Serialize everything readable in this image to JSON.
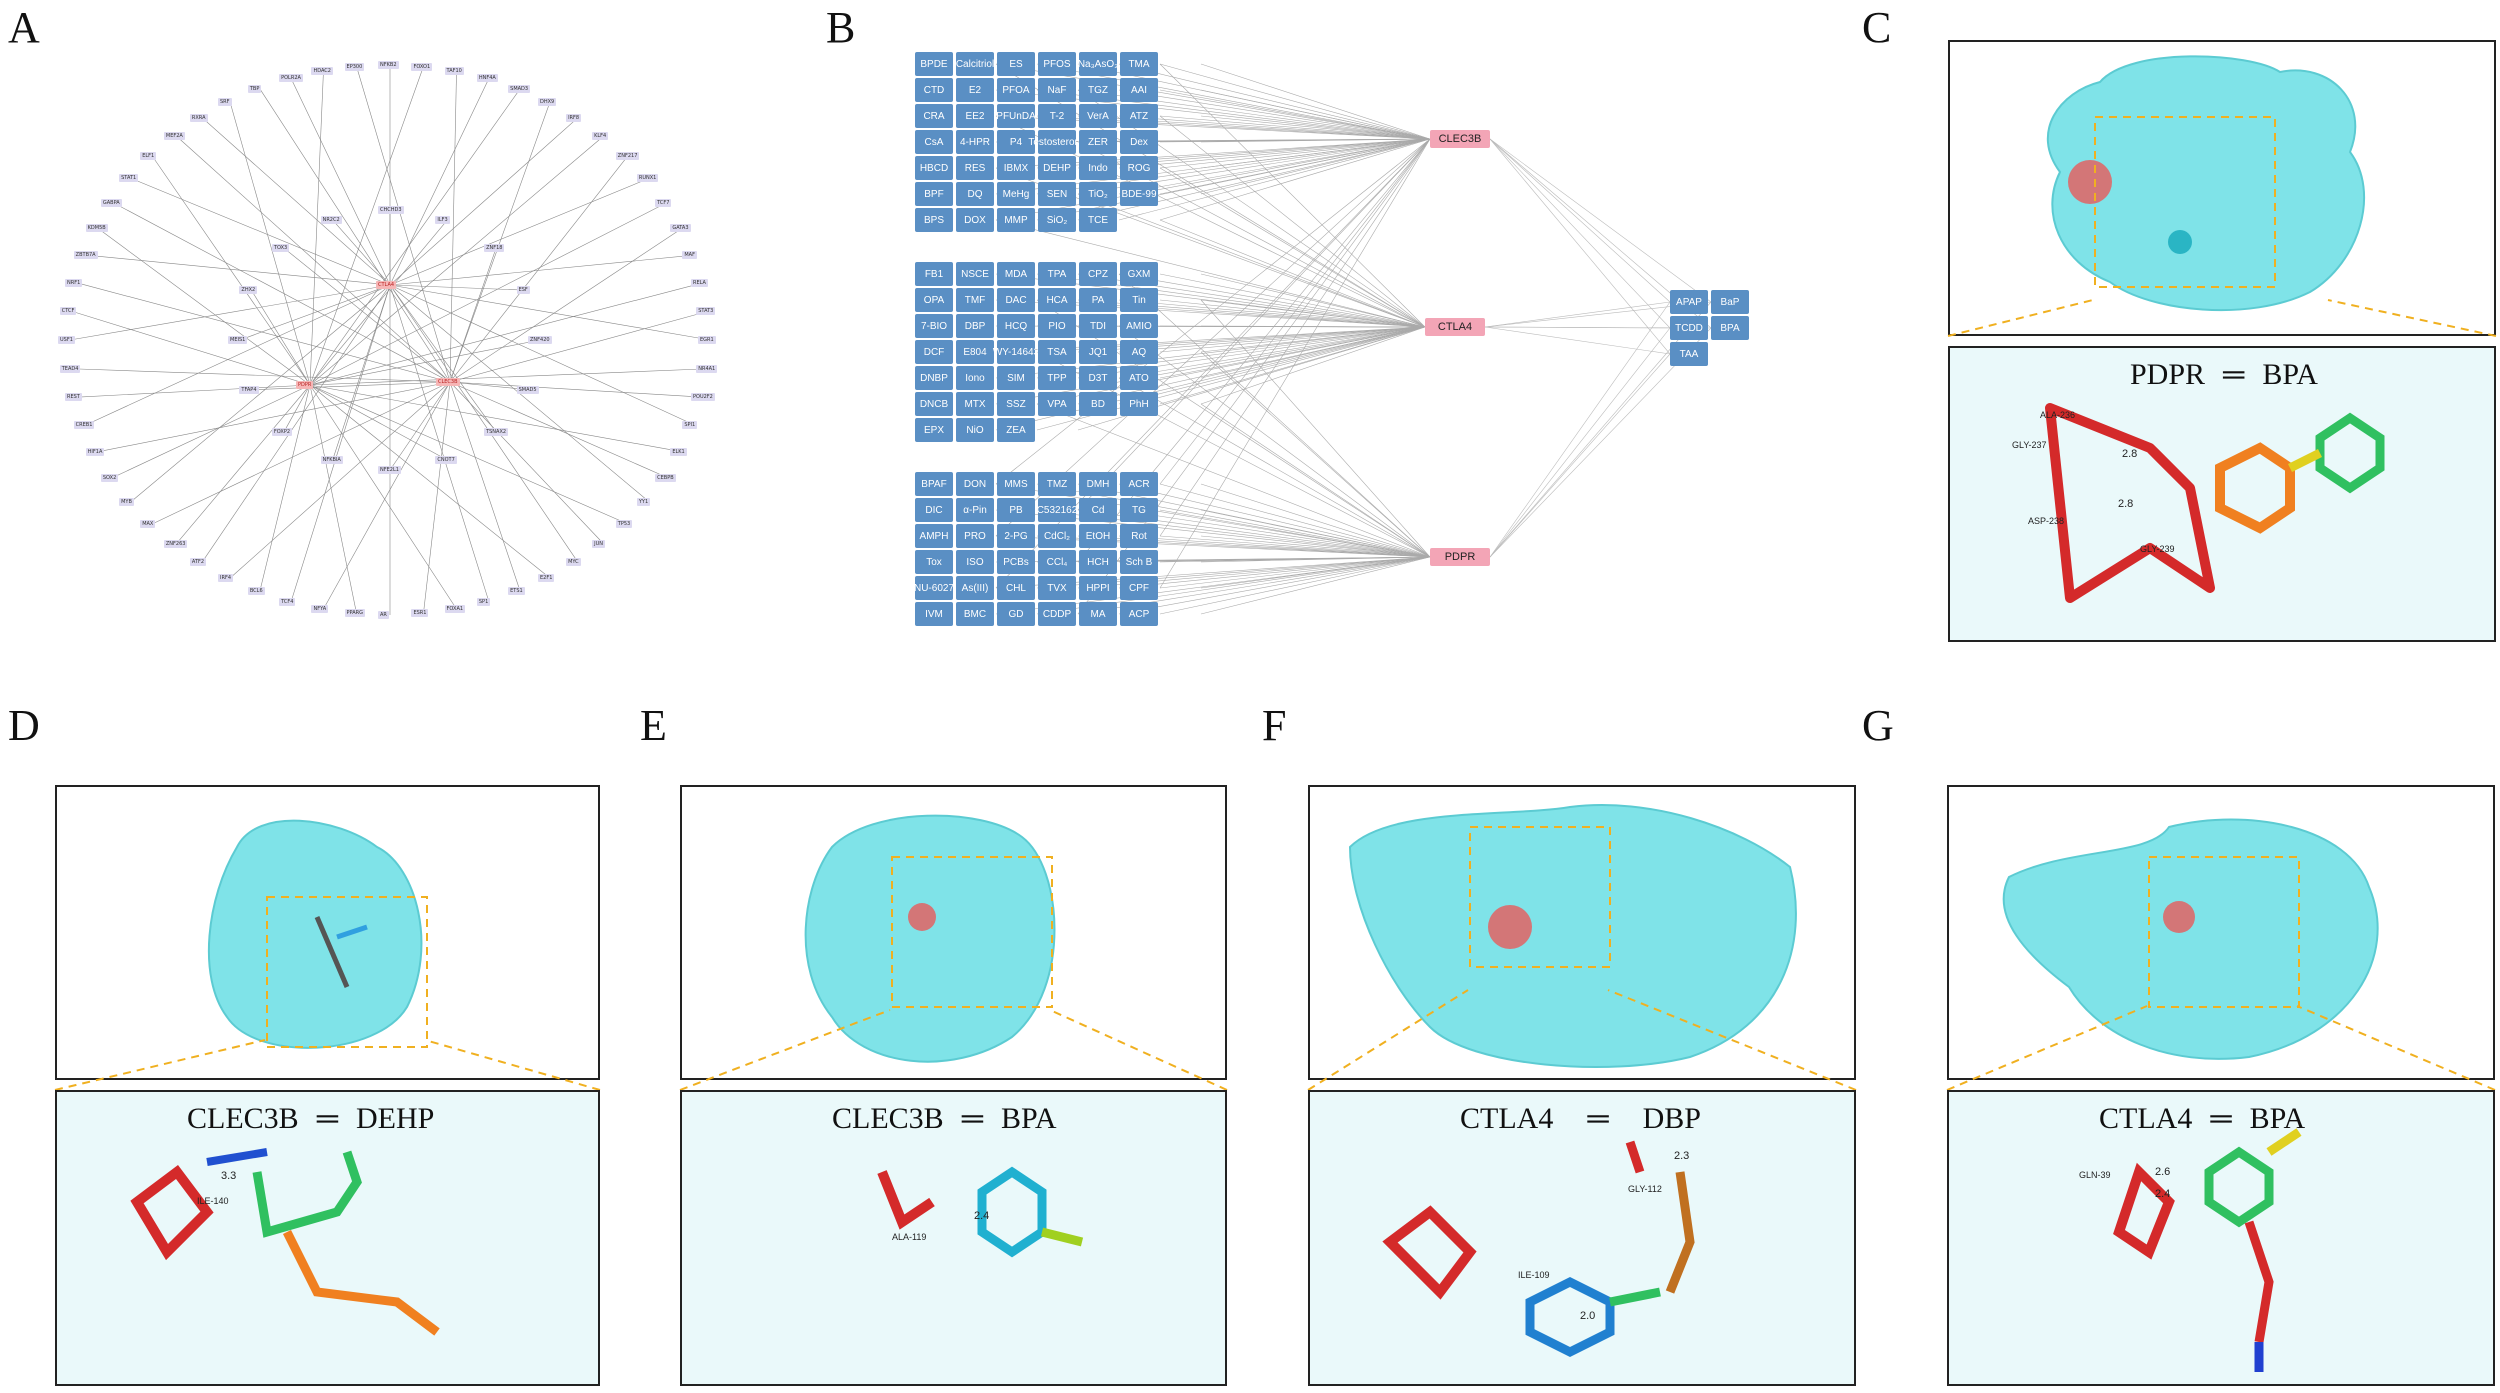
{
  "panels": {
    "A": {
      "letter": "A"
    },
    "B": {
      "letter": "B"
    },
    "C": {
      "letter": "C"
    },
    "D": {
      "letter": "D"
    },
    "E": {
      "letter": "E"
    },
    "F": {
      "letter": "F"
    },
    "G": {
      "letter": "G"
    }
  },
  "network_a": {
    "center_nodes": [
      "CTLA4",
      "PDPR",
      "CLEC3B"
    ],
    "outer_nodes": [
      "NFKB2",
      "FOXO1",
      "TAF10",
      "HNF4A",
      "SMAD3",
      "DHX9",
      "IRF8",
      "KLF4",
      "ZNF217",
      "RUNX1",
      "TCF7",
      "GATA3",
      "MAF",
      "RELA",
      "STAT3",
      "EGR1",
      "NR4A1",
      "POU2F2",
      "SPI1",
      "ELK1",
      "CEBPB",
      "YY1",
      "TP53",
      "JUN",
      "MYC",
      "E2F1",
      "ETS1",
      "SP1",
      "FOXA1",
      "ESR1",
      "AR",
      "PPARG",
      "NFYA",
      "TCF4",
      "BCL6",
      "IRF4",
      "ATF2",
      "ZNF263",
      "MAX",
      "MYB",
      "SOX2",
      "HIF1A",
      "CREB1",
      "REST",
      "TEAD4",
      "USF1",
      "CTCF",
      "NRF1",
      "ZBTB7A",
      "KDM5B",
      "GABPA",
      "STAT1",
      "ELF1",
      "MEF2A",
      "RXRA",
      "SRF",
      "TBP",
      "POLR2A",
      "HDAC2",
      "EP300"
    ],
    "inner_nodes": [
      "CHCHD3",
      "ILF3",
      "ZNF18",
      "ESF",
      "ZNF420",
      "SMAD5",
      "TSNAX2",
      "CNOT7",
      "NFE2L1",
      "NFKBIA",
      "FOXP2",
      "TFAP4",
      "MEIS1",
      "ZHX2",
      "TOX3",
      "NR2C2"
    ]
  },
  "network_b": {
    "genes": [
      "CLEC3B",
      "CTLA4",
      "PDPR"
    ],
    "group1": [
      [
        "BPDE",
        "Calcitriol",
        "ES",
        "PFOS",
        "Na₃AsO₃",
        "TMA"
      ],
      [
        "CTD",
        "E2",
        "PFOA",
        "NaF",
        "TGZ",
        "AAI"
      ],
      [
        "CRA",
        "EE2",
        "PFUnDA",
        "T-2",
        "VerA",
        "ATZ"
      ],
      [
        "CsA",
        "4-HPR",
        "P4",
        "Testosterone",
        "ZER",
        "Dex"
      ],
      [
        "HBCD",
        "RES",
        "IBMX",
        "DEHP",
        "Indo",
        "ROG"
      ],
      [
        "BPF",
        "DQ",
        "MeHg",
        "SEN",
        "TiO₂",
        "BDE-99"
      ],
      [
        "BPS",
        "DOX",
        "MMP",
        "SiO₂",
        "TCE"
      ]
    ],
    "group2": [
      [
        "FB1",
        "NSCE",
        "MDA",
        "TPA",
        "CPZ",
        "GXM"
      ],
      [
        "OPA",
        "TMF",
        "DAC",
        "HCA",
        "PA",
        "Tin"
      ],
      [
        "7-BIO",
        "DBP",
        "HCQ",
        "PIO",
        "TDI",
        "AMIO"
      ],
      [
        "DCF",
        "E804",
        "WY-14643",
        "TSA",
        "JQ1",
        "AQ"
      ],
      [
        "DNBP",
        "Iono",
        "SIM",
        "TPP",
        "D3T",
        "ATO"
      ],
      [
        "DNCB",
        "MTX",
        "SSZ",
        "VPA",
        "BD",
        "PhH"
      ],
      [
        "EPX",
        "NiO",
        "ZEA"
      ]
    ],
    "group3": [
      [
        "BPAF",
        "DON",
        "MMS",
        "TMZ",
        "DMH",
        "ACR"
      ],
      [
        "DIC",
        "α-Pin",
        "PB",
        "C532162",
        "Cd",
        "TG"
      ],
      [
        "AMPH",
        "PRO",
        "2-PG",
        "CdCl₂",
        "EtOH",
        "Rot"
      ],
      [
        "Tox",
        "ISO",
        "PCBs",
        "CCl₄",
        "HCH",
        "Sch B"
      ],
      [
        "NU-6027",
        "As(III)",
        "CHL",
        "TVX",
        "HPPI",
        "CPF"
      ],
      [
        "IVM",
        "BMC",
        "GD",
        "CDDP",
        "MA",
        "ACP"
      ]
    ],
    "shared": [
      [
        "APAP",
        "BaP"
      ],
      [
        "TCDD",
        "BPA"
      ],
      [
        "TAA"
      ]
    ]
  },
  "docking": {
    "C": {
      "title_left": "PDPR",
      "title_right": "BPA",
      "residues": [
        "ALA-236",
        "GLY-237",
        "ASP-238",
        "GLY-239"
      ],
      "distances": [
        "2.8",
        "2.8"
      ]
    },
    "D": {
      "title_left": "CLEC3B",
      "title_right": "DEHP",
      "residues": [
        "ILE-140"
      ],
      "distances": [
        "3.3"
      ]
    },
    "E": {
      "title_left": "CLEC3B",
      "title_right": "BPA",
      "residues": [
        "ALA-119"
      ],
      "distances": [
        "2.4"
      ]
    },
    "F": {
      "title_left": "CTLA4",
      "title_right": "DBP",
      "residues": [
        "GLY-112",
        "ILE-109"
      ],
      "distances": [
        "2.3",
        "2.0"
      ]
    },
    "G": {
      "title_left": "CTLA4",
      "title_right": "BPA",
      "residues": [
        "GLN-39"
      ],
      "distances": [
        "2.6",
        "2.4"
      ]
    }
  },
  "colors": {
    "chem_box": "#5a8fc4",
    "gene_box": "#f3a5b6",
    "protein_surface": "#7fe3e8",
    "residue": "#d42a2a",
    "guide": "#f0b020"
  }
}
